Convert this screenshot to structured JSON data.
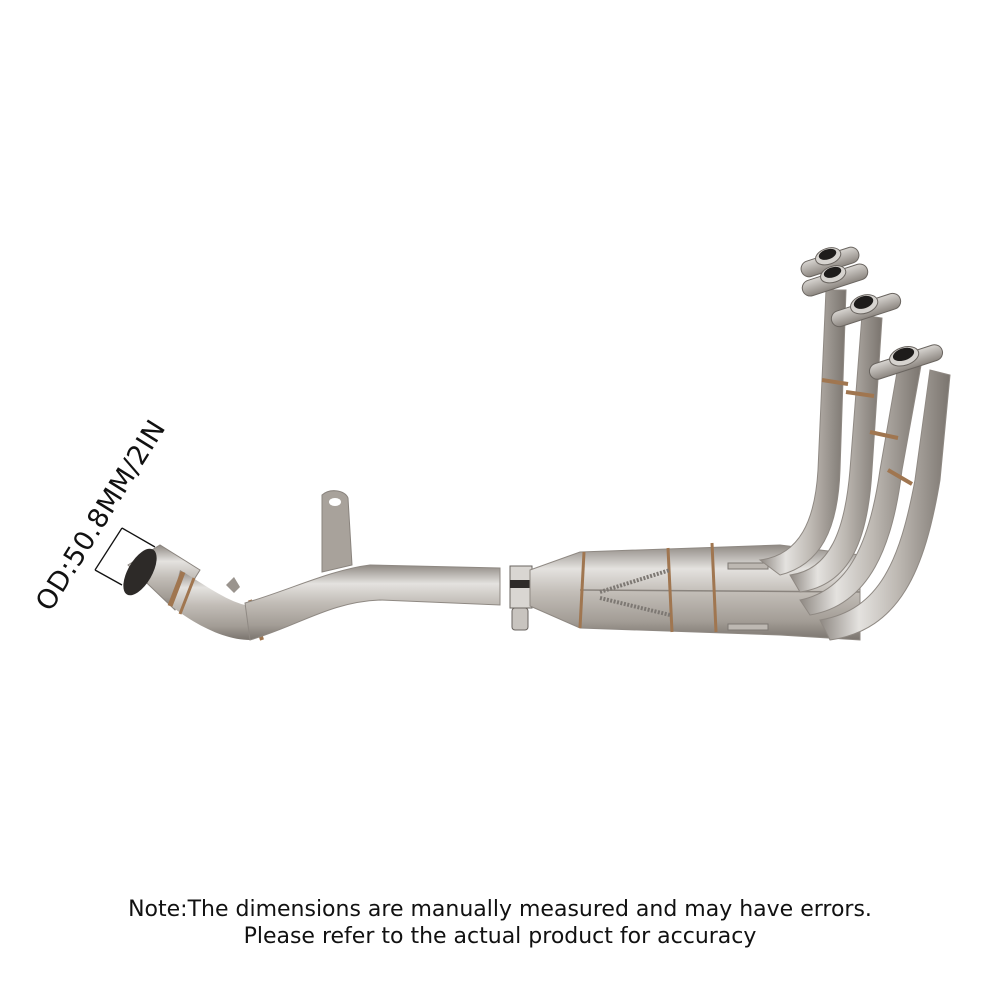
{
  "product": {
    "subject": "motorcycle exhaust header / link pipe",
    "dimension_label": "OD:50.8MM/2IN",
    "colors": {
      "background": "#ffffff",
      "steel_light": "#e2e0dd",
      "steel_mid": "#b8b3ad",
      "steel_dark": "#8a847e",
      "weld_bronze": "#a07650",
      "text": "#111111"
    }
  },
  "note": {
    "line1": "Note:The dimensions are manually measured and may have errors.",
    "line2": "Please refer to the actual product for accuracy"
  }
}
